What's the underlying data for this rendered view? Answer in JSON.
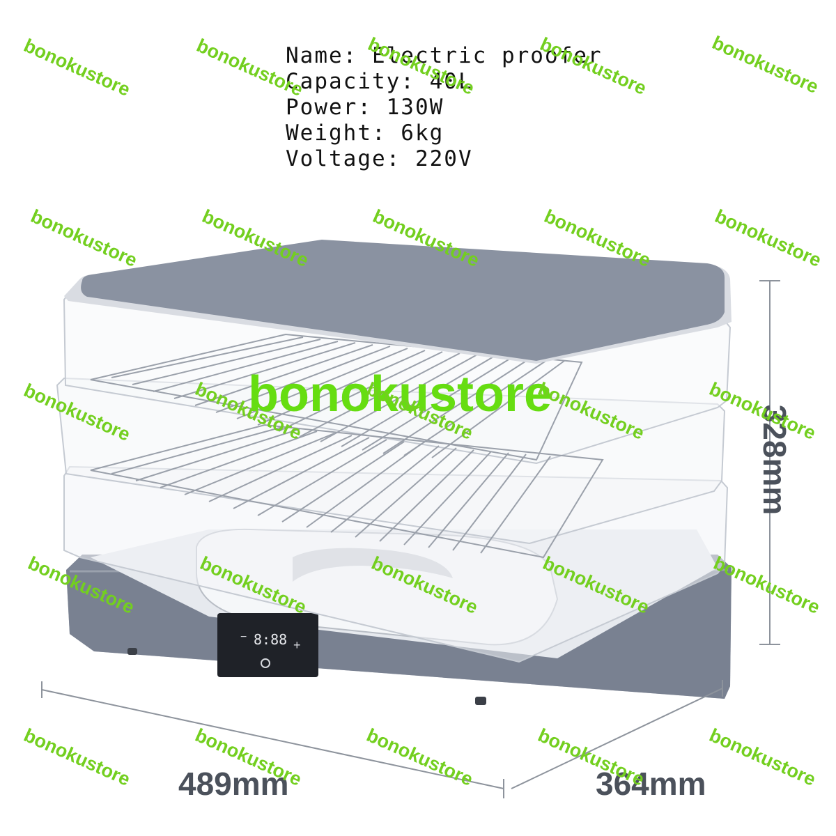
{
  "specs": {
    "name_line": "Name: Electric proofer",
    "capacity_line": "Capacity: 40L",
    "power_line": "Power: 130W",
    "weight_line": "Weight: 6kg",
    "voltage_line": "Voltage: 220V"
  },
  "dimensions": {
    "width": "489mm",
    "depth": "364mm",
    "height": "328mm"
  },
  "control_panel": {
    "minus": "−",
    "display": "8:88",
    "plus": "+"
  },
  "watermark": {
    "text": "bonokustore",
    "color": "#73cf1f"
  },
  "colors": {
    "body": "#7d8594",
    "lid": "#8b93a2",
    "panel": "#1f2228",
    "dimension_text": "#4b515b"
  }
}
